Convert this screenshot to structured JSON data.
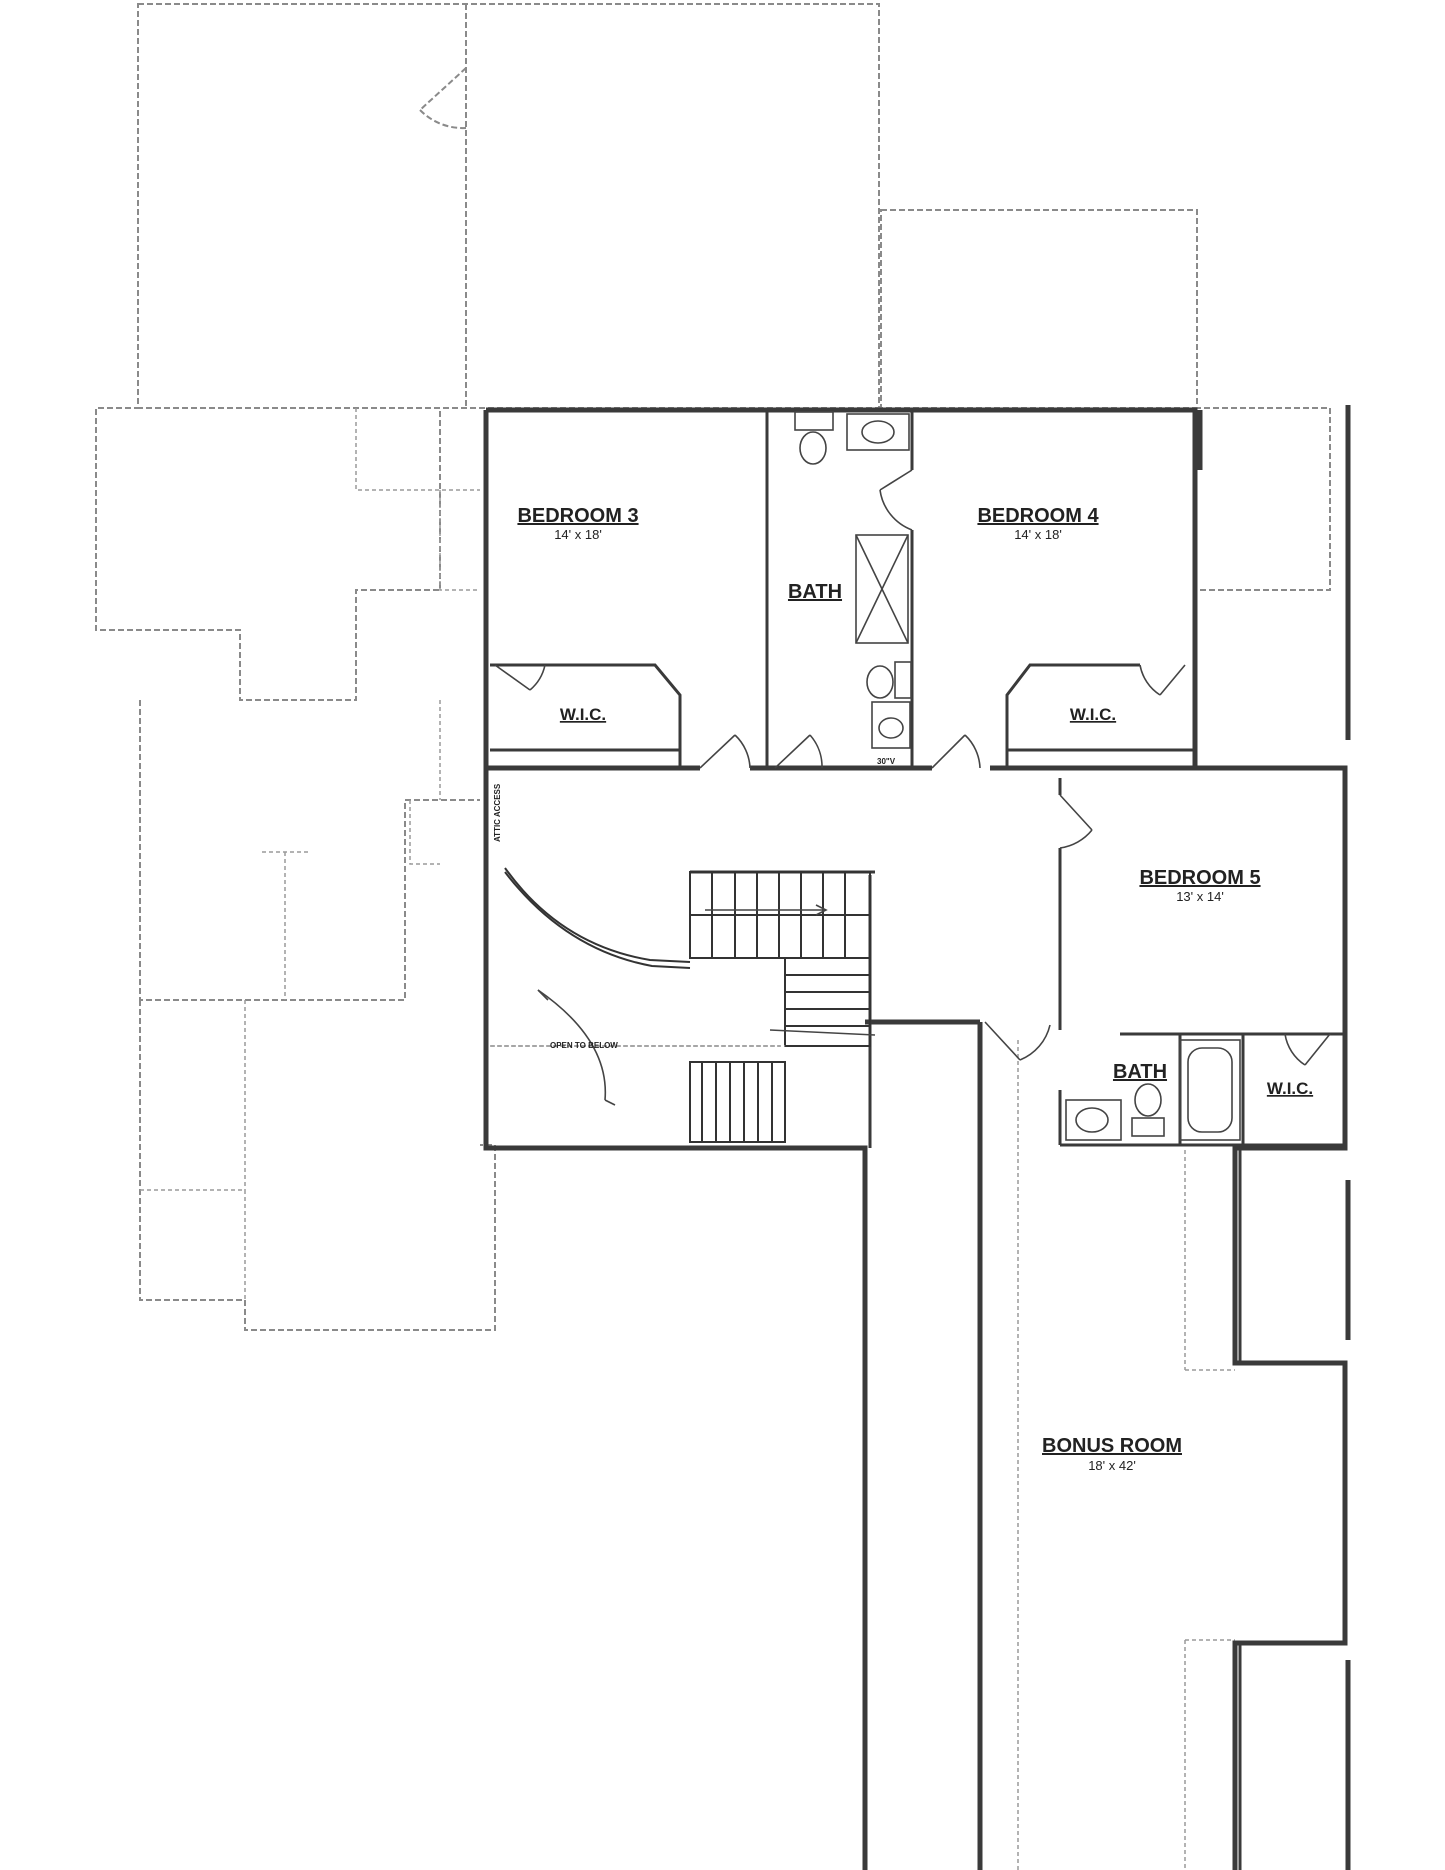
{
  "rooms": {
    "bedroom3": {
      "name": "BEDROOM 3",
      "dims": "14' x 18'"
    },
    "bedroom4": {
      "name": "BEDROOM 4",
      "dims": "14' x 18'"
    },
    "bedroom5": {
      "name": "BEDROOM 5",
      "dims": "13' x 14'"
    },
    "bonus": {
      "name": "BONUS ROOM",
      "dims": "18' x 42'"
    },
    "bath_upper": {
      "name": "BATH"
    },
    "bath_lower": {
      "name": "BATH"
    },
    "wic3": {
      "name": "W.I.C."
    },
    "wic4": {
      "name": "W.I.C."
    },
    "wic5": {
      "name": "W.I.C."
    }
  },
  "annotations": {
    "attic_access": "ATTIC ACCESS",
    "open_to_below": "OPEN TO BELOW",
    "vanity": "30\"V"
  },
  "colors": {
    "wall": "#3a3a3a",
    "below_outline": "#8a8a8a"
  }
}
